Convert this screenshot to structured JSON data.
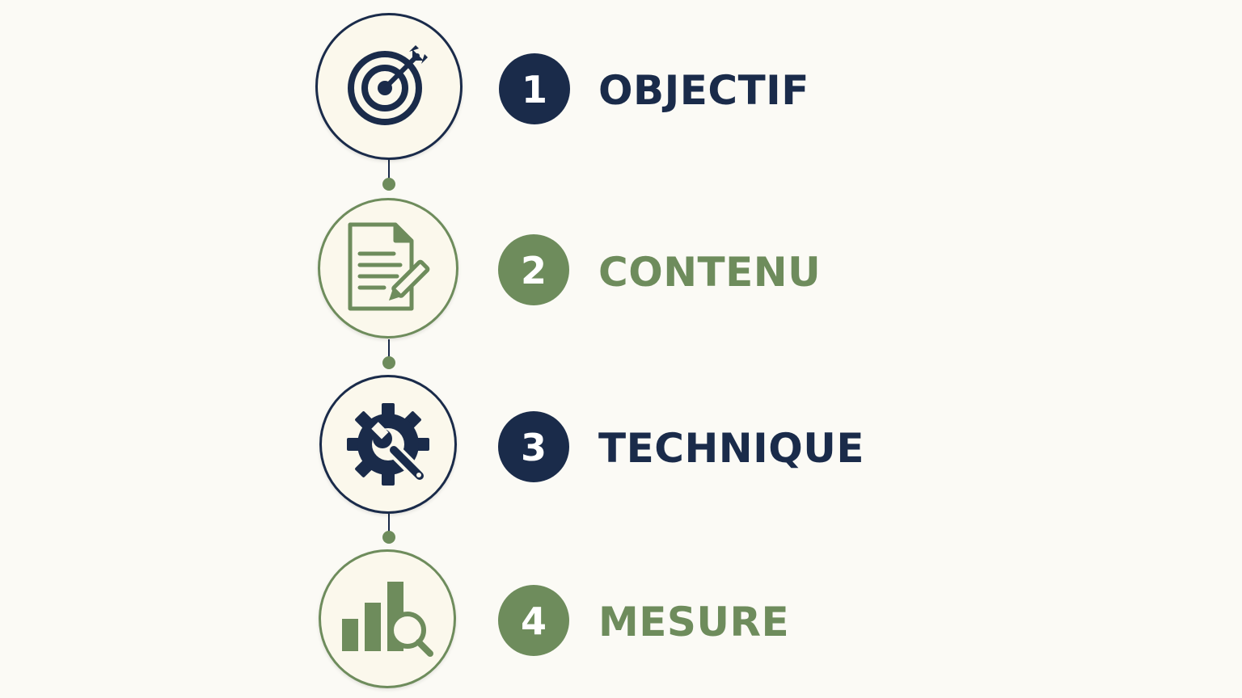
{
  "colors": {
    "navy": "#1a2b4a",
    "green": "#6e8c5c",
    "background": "#fbfaf5",
    "circle_fill": "#fbf8ec"
  },
  "steps": [
    {
      "number": "1",
      "label": "OBJECTIF",
      "icon": "target-icon",
      "color": "#1a2b4a"
    },
    {
      "number": "2",
      "label": "CONTENU",
      "icon": "document-edit-icon",
      "color": "#6e8c5c"
    },
    {
      "number": "3",
      "label": "TECHNIQUE",
      "icon": "gear-wrench-icon",
      "color": "#1a2b4a"
    },
    {
      "number": "4",
      "label": "MESURE",
      "icon": "chart-search-icon",
      "color": "#6e8c5c"
    }
  ]
}
